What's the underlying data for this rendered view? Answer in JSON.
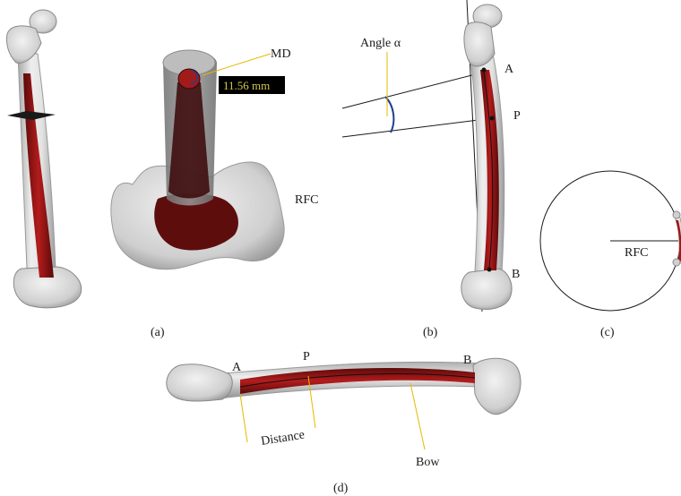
{
  "labels": {
    "md": "MD",
    "measurement": "11.56 mm",
    "rfc_a": "RFC",
    "angle": "Angle α",
    "point_a": "A",
    "point_p": "P",
    "point_b": "B",
    "rfc_c": "RFC",
    "point_a_d": "A",
    "point_p_d": "P",
    "point_b_d": "B",
    "distance": "Distance",
    "bow": "Bow"
  },
  "panels": {
    "a": "(a)",
    "b": "(b)",
    "c": "(c)",
    "d": "(d)"
  },
  "colors": {
    "bone": "#d9d9d9",
    "canal": "#a01818",
    "leader": "#e6b800",
    "angle_arc": "#1f3f8f",
    "measure_box": "#000000",
    "measure_text": "#d4c84a"
  }
}
